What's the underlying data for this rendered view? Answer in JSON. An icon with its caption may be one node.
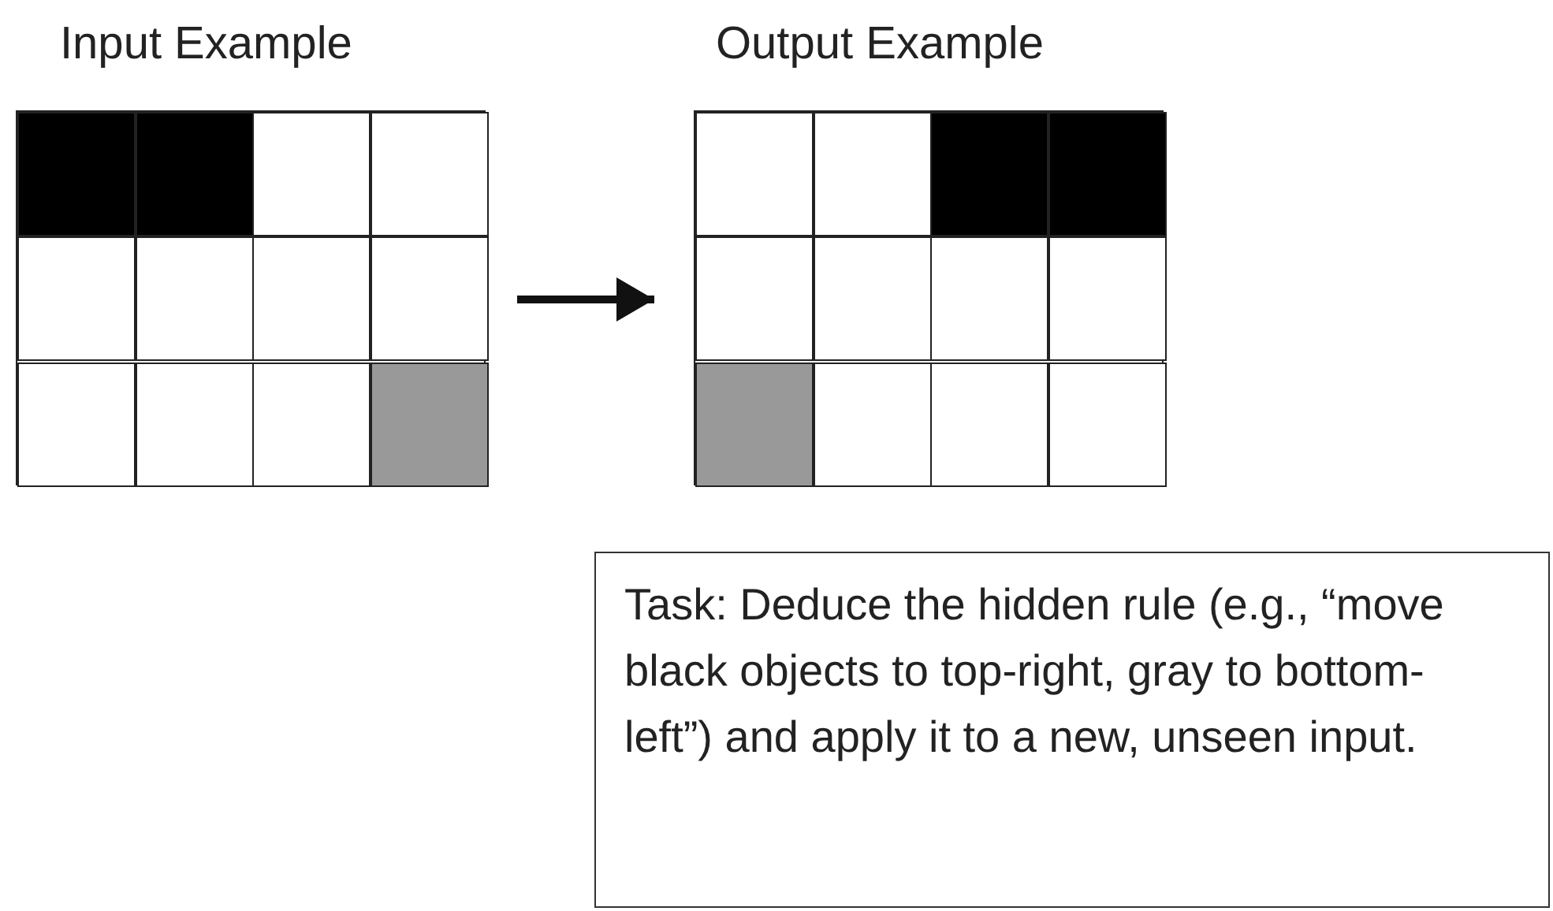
{
  "diagram": {
    "nodes": [
      {
        "text": [
          "Input Example"
        ]
      },
      {
        "text": [],
        "shape": "box",
        "in": 0
      },
      {
        "text": [],
        "shape": "box",
        "in": 0
      },
      {
        "text": [],
        "shape": "box",
        "in": 0
      },
      {
        "text": [],
        "shape": "box",
        "in": 0
      },
      {
        "text": [],
        "shape": "box",
        "in": 0
      },
      {
        "text": [],
        "shape": "box",
        "in": 0
      },
      {
        "text": [],
        "shape": "box",
        "in": 0
      },
      {
        "text": [],
        "shape": "box",
        "in": 0
      },
      {
        "text": [],
        "shape": "box",
        "in": 0
      },
      {
        "text": [],
        "shape": "box",
        "in": 0
      },
      {
        "text": [],
        "shape": "box",
        "in": 0
      },
      {
        "text": [],
        "shape": "box",
        "in": 0
      },
      {
        "text": [
          "Output Example"
        ]
      },
      {
        "text": [],
        "shape": "box",
        "in": 13
      },
      {
        "text": [],
        "shape": "box",
        "in": 13
      },
      {
        "text": [],
        "shape": "box",
        "in": 13
      },
      {
        "text": [],
        "shape": "box",
        "in": 13
      },
      {
        "text": [],
        "shape": "box",
        "in": 13
      },
      {
        "text": [],
        "shape": "box",
        "in": 13
      },
      {
        "text": [],
        "shape": "box",
        "in": 13
      },
      {
        "text": [],
        "shape": "box",
        "in": 13
      },
      {
        "text": [],
        "shape": "box",
        "in": 13
      },
      {
        "text": [],
        "shape": "box",
        "in": 13
      },
      {
        "text": [],
        "shape": "box",
        "in": 13
      },
      {
        "text": [],
        "shape": "box",
        "in": 13
      },
      {
        "text": [
          "Task: Deduce the hidden rule (e.g., “move black objects to top-right, gray to bottom-left”) and apply it to a new, unseen input."
        ]
      }
    ],
    "edges": [
      {
        "from": 0,
        "to": 13,
        "arrow": "to"
      }
    ]
  }
}
